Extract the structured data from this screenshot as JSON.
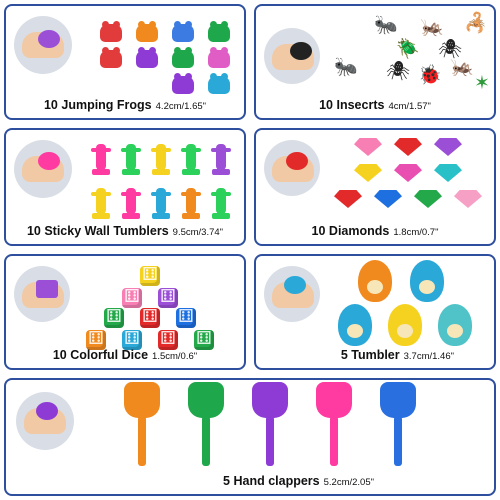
{
  "panels": {
    "frogs": {
      "name": "10 Jumping Frogs",
      "size": "4.2cm/1.65\""
    },
    "insects": {
      "name": "10 Insecrts",
      "size": "4cm/1.57\""
    },
    "tumblers": {
      "name": "10 Sticky Wall Tumblers",
      "size": "9.5cm/3.74\""
    },
    "diamonds": {
      "name": "10 Diamonds",
      "size": "1.8cm/0.7\""
    },
    "dice": {
      "name": "10 Colorful Dice",
      "size": "1.5cm/0.6\""
    },
    "roly": {
      "name": "5 Tumbler",
      "size": "3.7cm/1.46\""
    },
    "clappers": {
      "name": "5 Hand clappers",
      "size": "5.2cm/2.05\""
    }
  },
  "colors": {
    "border": "#2d4f9e",
    "frogs": [
      "#e23b3b",
      "#f08a1f",
      "#3b7be2",
      "#1fa84b",
      "#e23b3b",
      "#8e3bd6",
      "#1fa84b",
      "#e05dc5",
      "#8e3bd6",
      "#2aa8d8"
    ],
    "gems": [
      "#f77fb3",
      "#e22a2a",
      "#9b4fd6",
      "#f5d21f",
      "#e84fb0",
      "#2ac0c8",
      "#e22a2a",
      "#1e6fe0",
      "#23a84a",
      "#f7a0c6"
    ],
    "tumblers": [
      "#ff3aa0",
      "#2bd15a",
      "#f5d21f",
      "#2bd15a",
      "#9b4fd6",
      "#f5d21f",
      "#ff3aa0",
      "#2aa8d8",
      "#f08a1f",
      "#2bd15a"
    ],
    "dice": [
      "#f5d21f",
      "#f77fb3",
      "#9b4fd6",
      "#23a84a",
      "#e22a2a",
      "#1e6fe0",
      "#f08a1f",
      "#2aa8d8",
      "#e22a2a",
      "#23a84a"
    ],
    "roly": [
      "#f08a1f",
      "#2aa8d8",
      "#2aa8d8",
      "#f5d21f",
      "#4fc3c8"
    ],
    "clappers": [
      "#f08a1f",
      "#1fa84b",
      "#8e3bd6",
      "#ff3aa0",
      "#2a6fe0"
    ]
  },
  "icons": {
    "insects": [
      "ant-icon",
      "grasshopper-icon",
      "scorpion-icon",
      "beetle-icon",
      "spider-icon",
      "ant-icon",
      "spider-icon",
      "ladybug-icon",
      "grasshopper-icon",
      "dragonfly-icon"
    ]
  }
}
